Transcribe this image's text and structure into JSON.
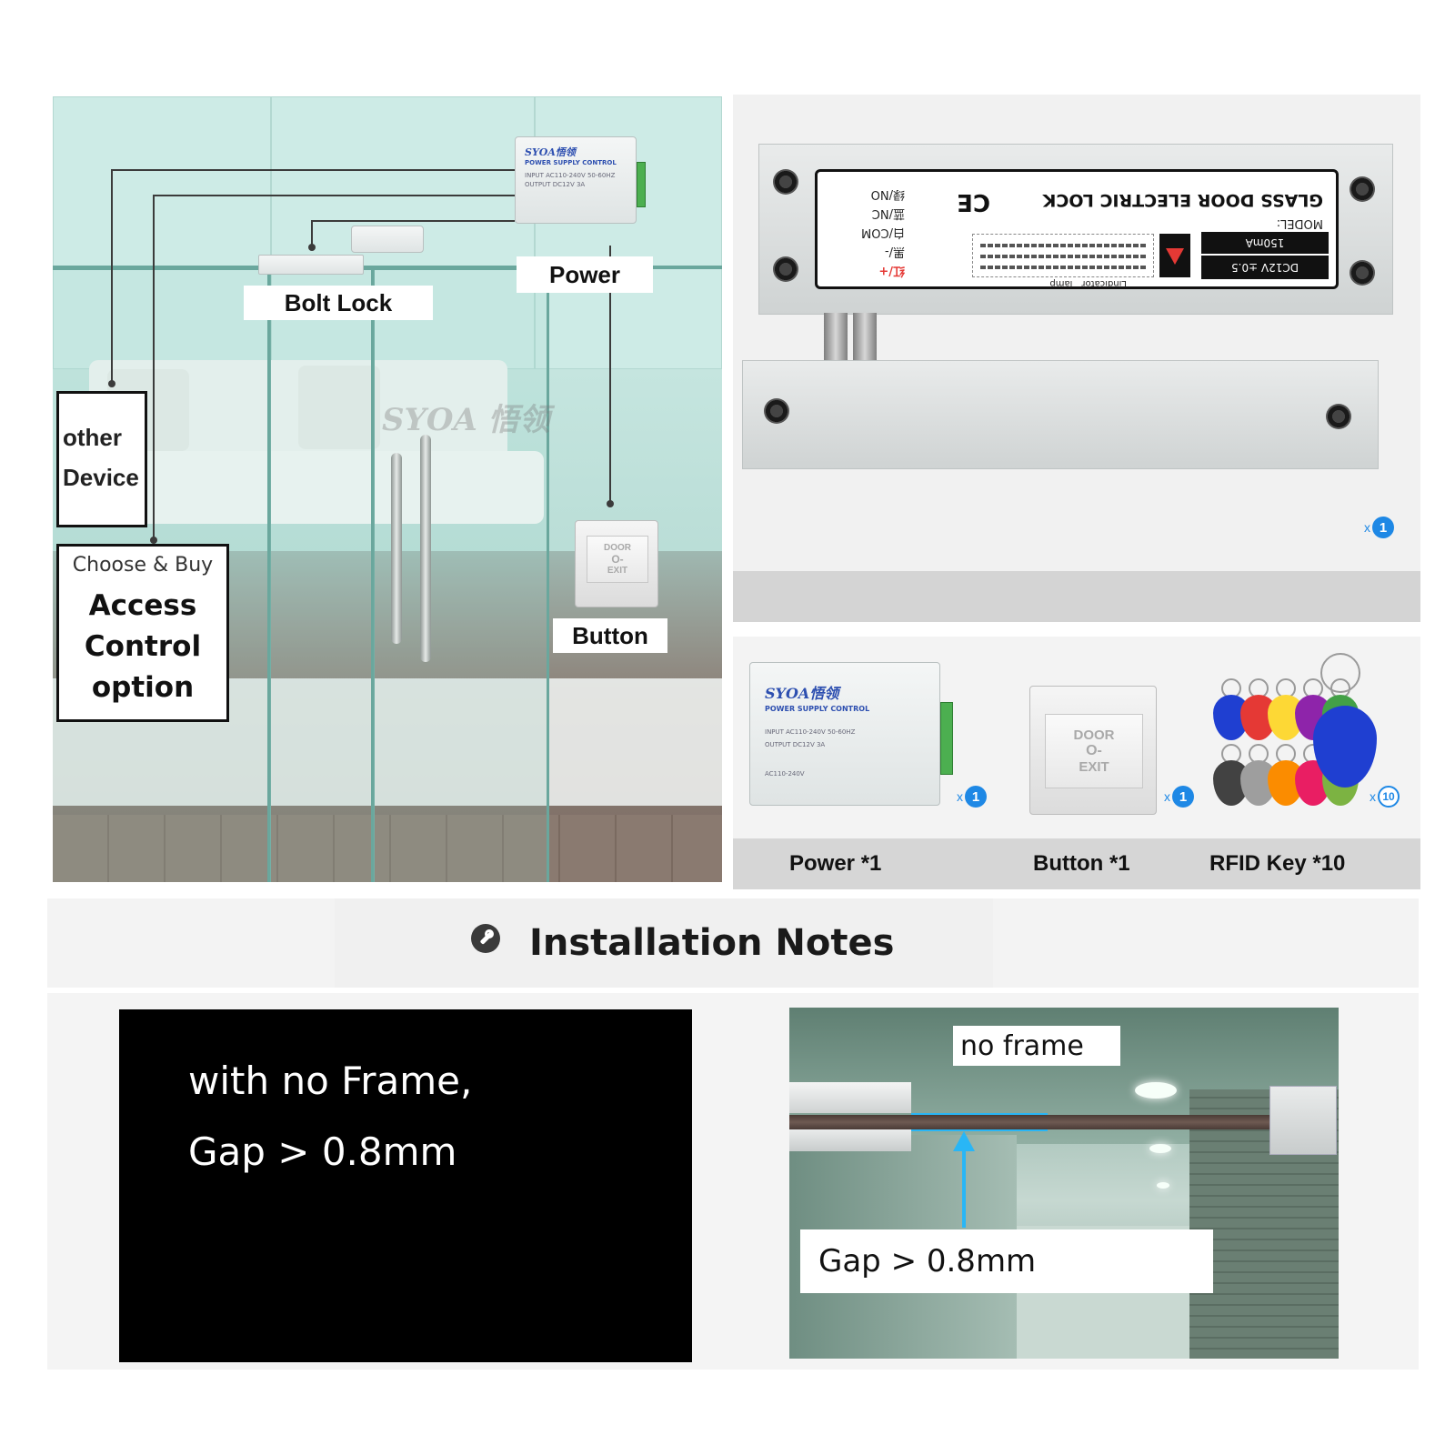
{
  "scene": {
    "watermark": "SYOA 悟领",
    "labels": {
      "power": "Power",
      "bolt_lock": "Bolt Lock",
      "button": "Button"
    },
    "other_device": {
      "line1": "other",
      "line2": "Device"
    },
    "access_control": {
      "caption": "Choose & Buy",
      "line1": "Access",
      "line2": "Control",
      "line3": "option"
    },
    "power_supply": {
      "brand": "SYOA悟领",
      "title": "POWER SUPPLY CONTROL",
      "input": "INPUT AC110-240V 50-60HZ",
      "output": "OUTPUT DC12V 3A"
    },
    "exit_button": {
      "line1": "DOOR",
      "line2": "EXIT"
    }
  },
  "lock": {
    "title": "GLASS DOOR ELECTRIC LOCK",
    "model": "MODEL:",
    "ce": "CE",
    "terminals": [
      "绿/NO",
      "蓝/NC",
      "白/COM",
      "黑/-",
      "红/+"
    ],
    "spec_voltage": "DC12V ±0.5",
    "spec_current": "150mA",
    "indicator_label": "Lindicator",
    "lamp_label": "lamp",
    "quantity": {
      "prefix": "x",
      "count": "1"
    }
  },
  "accessories": {
    "items": [
      {
        "label": "Power *1",
        "prefix": "x",
        "count": "1"
      },
      {
        "label": "Button *1",
        "prefix": "x",
        "count": "1"
      },
      {
        "label": "RFID Key *10",
        "prefix": "x",
        "count": "10"
      }
    ],
    "power_unit": {
      "brand": "SYOA悟领",
      "title": "POWER SUPPLY CONTROL",
      "input": "INPUT AC110-240V 50-60HZ",
      "output": "OUTPUT DC12V 3A",
      "model": "AC110-240V"
    },
    "exit_button": {
      "line1": "DOOR",
      "line2": "EXIT"
    },
    "fob_colors": [
      "#1f3fd1",
      "#e53935",
      "#fdd835",
      "#8e24aa",
      "#43a047",
      "#424242",
      "#9e9e9e",
      "#fb8c00",
      "#e91e63",
      "#7cb342"
    ]
  },
  "notes": {
    "title": "Installation Notes",
    "left_line1": "with no Frame,",
    "left_line2": "Gap > 0.8mm",
    "frame_label": "no frame",
    "gap_label": "Gap > 0.8mm"
  },
  "colors": {
    "accent_blue": "#1e88e5",
    "gap_arrow": "#29b6f6",
    "scene_glass": "#6aa79d"
  }
}
